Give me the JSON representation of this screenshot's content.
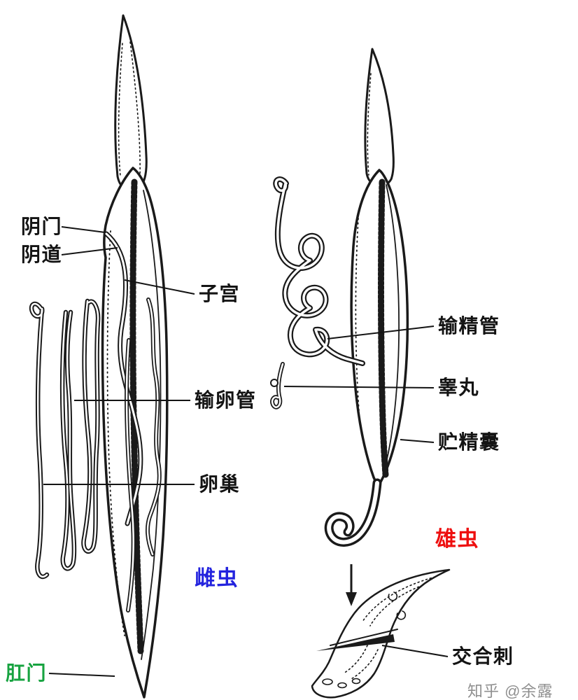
{
  "labels": {
    "female": {
      "vulva": "阴门",
      "vagina": "阴道",
      "uterus": "子宫",
      "oviduct": "输卵管",
      "ovary": "卵巢",
      "name": "雌虫",
      "anus": "肛门"
    },
    "male": {
      "vas_deferens": "输精管",
      "testis": "睾丸",
      "seminal_vesicle": "贮精囊",
      "name": "雄虫",
      "spicule": "交合刺"
    },
    "watermark": "知乎 @余露"
  },
  "icons": {
    "down_arrow_icon": "↓"
  },
  "colors": {
    "ink": "#1a1a1a",
    "female_name": "#2323de",
    "male_name": "#ee0f0f",
    "anus": "#17a340",
    "watermark": "#8f8f8f",
    "background": "#ffffff"
  }
}
